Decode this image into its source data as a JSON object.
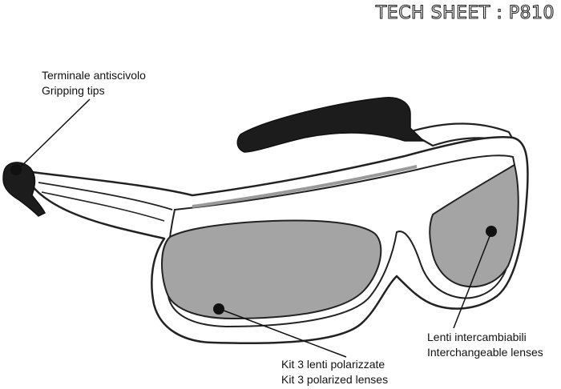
{
  "header": {
    "title": "TECH SHEET : P810"
  },
  "callouts": {
    "gripping_tips": {
      "it": "Terminale antiscivolo",
      "en": "Gripping tips"
    },
    "interchangeable_lenses": {
      "it": "Lenti intercambiabili",
      "en": "Interchangeable lenses"
    },
    "polarized_kit": {
      "it": "Kit 3 lenti polarizzate",
      "en": "Kit 3 polarized lenses"
    }
  }
}
